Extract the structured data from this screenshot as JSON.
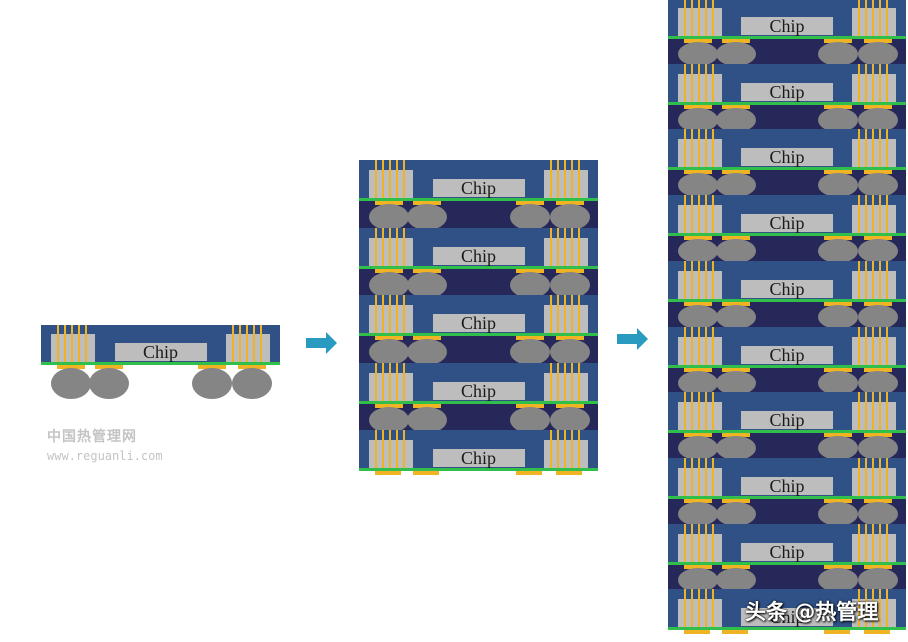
{
  "diagram": {
    "title": "Package-on-Package stacking progression",
    "chip_label": "Chip",
    "stages": [
      {
        "name": "single-package",
        "package_count": 1
      },
      {
        "name": "five-layer-stack",
        "package_count": 5
      },
      {
        "name": "ten-layer-stack",
        "package_count": 10
      }
    ],
    "arrows": [
      "stage-1-to-stage-2",
      "stage-2-to-stage-3"
    ],
    "colors": {
      "substrate": "#2f5186",
      "interposer_gap": "#27285a",
      "redistribution_line": "#2fbf4a",
      "chip": "#bdbdbd",
      "pin": "#f0b323",
      "solder_ball": "#858585",
      "arrow": "#2a9bc0"
    }
  },
  "watermarks": {
    "site_name": "中国热管理网",
    "site_url": "www.reguanli.com",
    "platform_credit": "头条 @热管理"
  }
}
